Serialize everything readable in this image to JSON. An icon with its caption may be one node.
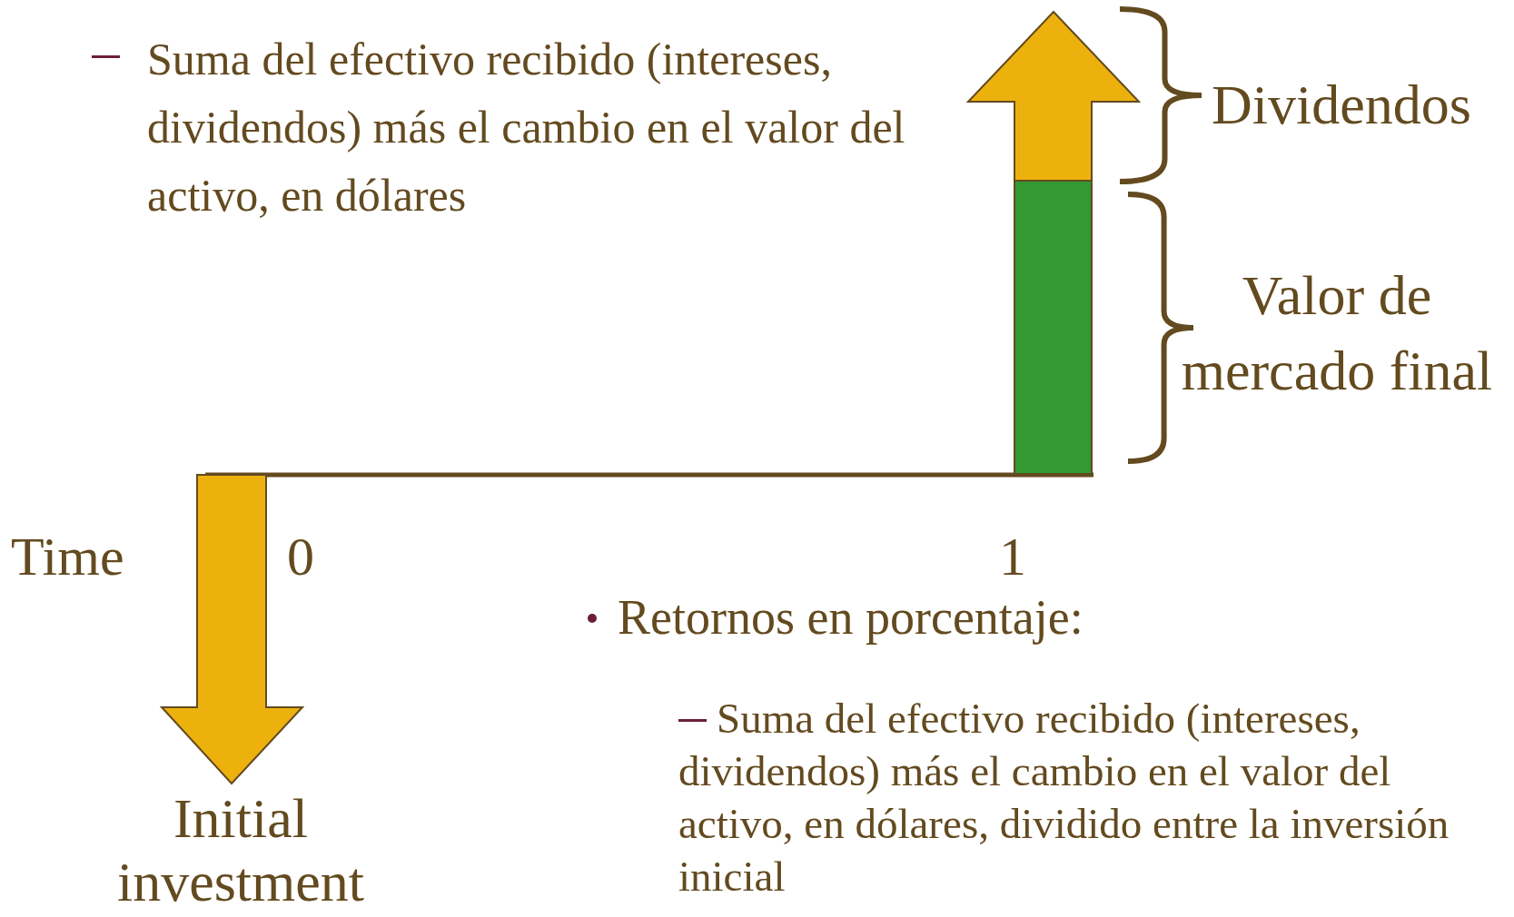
{
  "diagram": {
    "labels": [
      "Suma del efectivo recibido (intereses, dividendos) más el cambio en el valor del activo, en dólares",
      "Dividendos",
      "Valor de mercado final",
      "Time",
      "0",
      "1",
      "Retornos en porcentaje:",
      "Suma del efectivo recibido (intereses, dividendos) más el cambio en el valor del activo, en dólares, dividido entre la inversión inicial",
      "Initial investment"
    ]
  }
}
